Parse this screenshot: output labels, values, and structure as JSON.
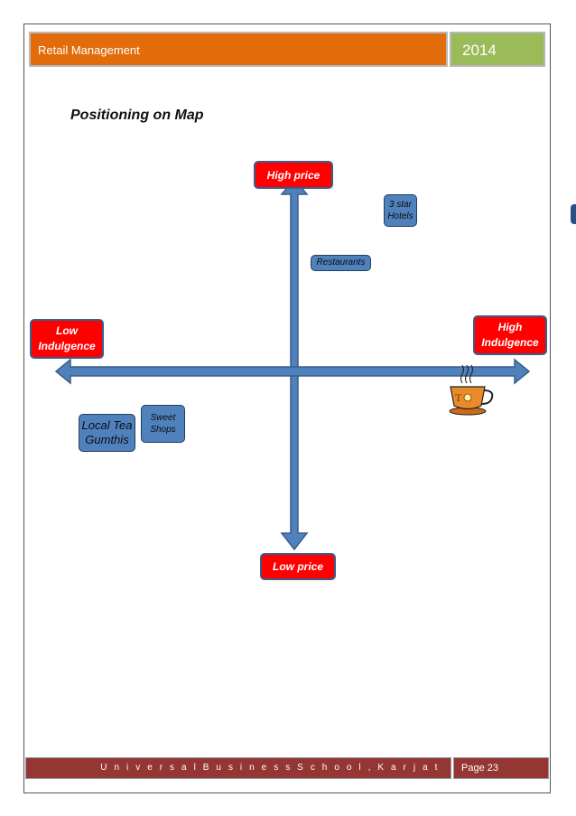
{
  "header": {
    "title": "Retail Management",
    "year": "2014"
  },
  "section": {
    "title": "Positioning on Map"
  },
  "axes": {
    "top_label": "High price",
    "bottom_label": "Low price",
    "left_label": "Low Indulgence",
    "right_label": "High Indulgence"
  },
  "items": {
    "three_star_hotels": "3 star Hotels",
    "restaurants": "Restaurants",
    "sweet_shops": "Sweet Shops",
    "local_tea_gumthis": "Local Tea Gumthis"
  },
  "icon": "tea-cup-icon",
  "colors": {
    "header_orange": "#e36c0a",
    "header_green": "#9bbb59",
    "footer_red": "#943634",
    "axis_blue": "#4f81bd",
    "label_red": "#ff0000"
  },
  "footer": {
    "school": "U n i v e r s a l B u s i n e s s   S c h o o l , K a r j a t",
    "page": "Page 23"
  }
}
